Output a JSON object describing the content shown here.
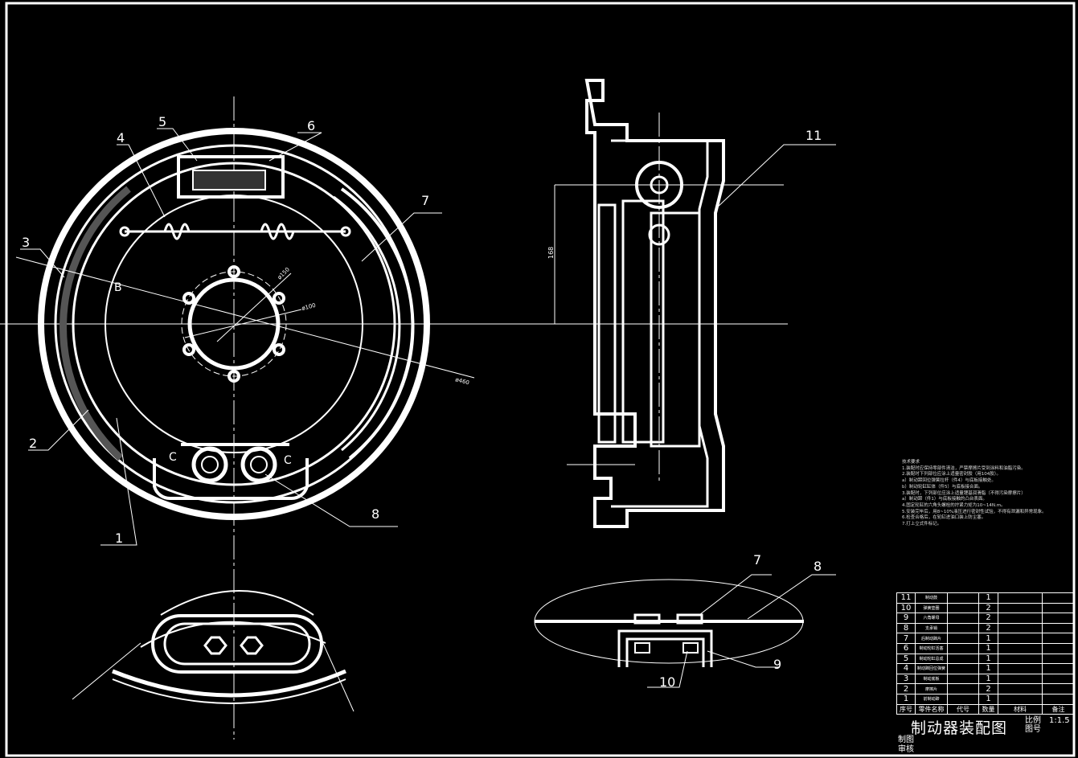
{
  "drawing": {
    "part_labels": [
      "1",
      "2",
      "3",
      "4",
      "5",
      "6",
      "7",
      "8",
      "9",
      "10",
      "11"
    ],
    "side_view_labels": [
      "7",
      "8",
      "9",
      "10",
      "11"
    ],
    "section_marks": {
      "b": "B",
      "c1": "C",
      "c2": "C"
    },
    "dimensions": {
      "d150": "ø150",
      "d100": "ø100",
      "d460": "ø460",
      "h168": "168"
    }
  },
  "notes": {
    "title": "技术要求",
    "lines": [
      "1.装配时应保持零部件清洁，严禁摩擦片受到涂料和油脂污染。",
      "2.装配时下列部位应涂上适量密封胶（用104胶）。",
      "a）制动蹄回位弹簧拉杆（件4）与底板接触处。",
      "b）制动轮缸缸体（件5）与底板接合面。",
      "3.装配时，下列部位应涂上适量锂基润滑脂（不得污染摩擦片）",
      "a）制动蹄（件1）与底板接触的凸台表面。",
      "4.固定轮缸的六角头螺栓的拧紧力矩为10~14N.m。",
      "5.安装完毕后，用8~10%液压进行密封性试验，不得有泄漏和异常现象。",
      "6.检查合格后，在轮缸进油口装上防尘塞。",
      "7.打上立式件标记。"
    ]
  },
  "bom": {
    "rows": [
      {
        "no": "11",
        "name": "制动鼓",
        "code": "",
        "qty": "1",
        "material": "",
        "remark": ""
      },
      {
        "no": "10",
        "name": "弹簧垫圈",
        "code": "",
        "qty": "2",
        "material": "",
        "remark": ""
      },
      {
        "no": "9",
        "name": "六角螺母",
        "code": "",
        "qty": "2",
        "material": "",
        "remark": ""
      },
      {
        "no": "8",
        "name": "支承销",
        "code": "",
        "qty": "2",
        "material": "",
        "remark": ""
      },
      {
        "no": "7",
        "name": "后制动蹄片",
        "code": "",
        "qty": "1",
        "material": "",
        "remark": ""
      },
      {
        "no": "6",
        "name": "制动轮缸活塞",
        "code": "",
        "qty": "1",
        "material": "",
        "remark": ""
      },
      {
        "no": "5",
        "name": "制动轮缸总成",
        "code": "",
        "qty": "1",
        "material": "",
        "remark": ""
      },
      {
        "no": "4",
        "name": "制动蹄回位弹簧",
        "code": "",
        "qty": "1",
        "material": "",
        "remark": ""
      },
      {
        "no": "3",
        "name": "制动底板",
        "code": "",
        "qty": "1",
        "material": "",
        "remark": ""
      },
      {
        "no": "2",
        "name": "摩擦片",
        "code": "",
        "qty": "2",
        "material": "",
        "remark": ""
      },
      {
        "no": "1",
        "name": "前制动蹄",
        "code": "",
        "qty": "1",
        "material": "",
        "remark": ""
      }
    ],
    "headers": {
      "no": "序号",
      "name": "零件名称",
      "code": "代号",
      "qty": "数量",
      "material": "材料",
      "remark": "备注"
    }
  },
  "title_block": {
    "title": "制动器装配图",
    "scale_label": "比例",
    "scale_value": "1:1.5",
    "drawing_no_label": "图号",
    "drawn_label": "制图",
    "checked_label": "审核"
  }
}
